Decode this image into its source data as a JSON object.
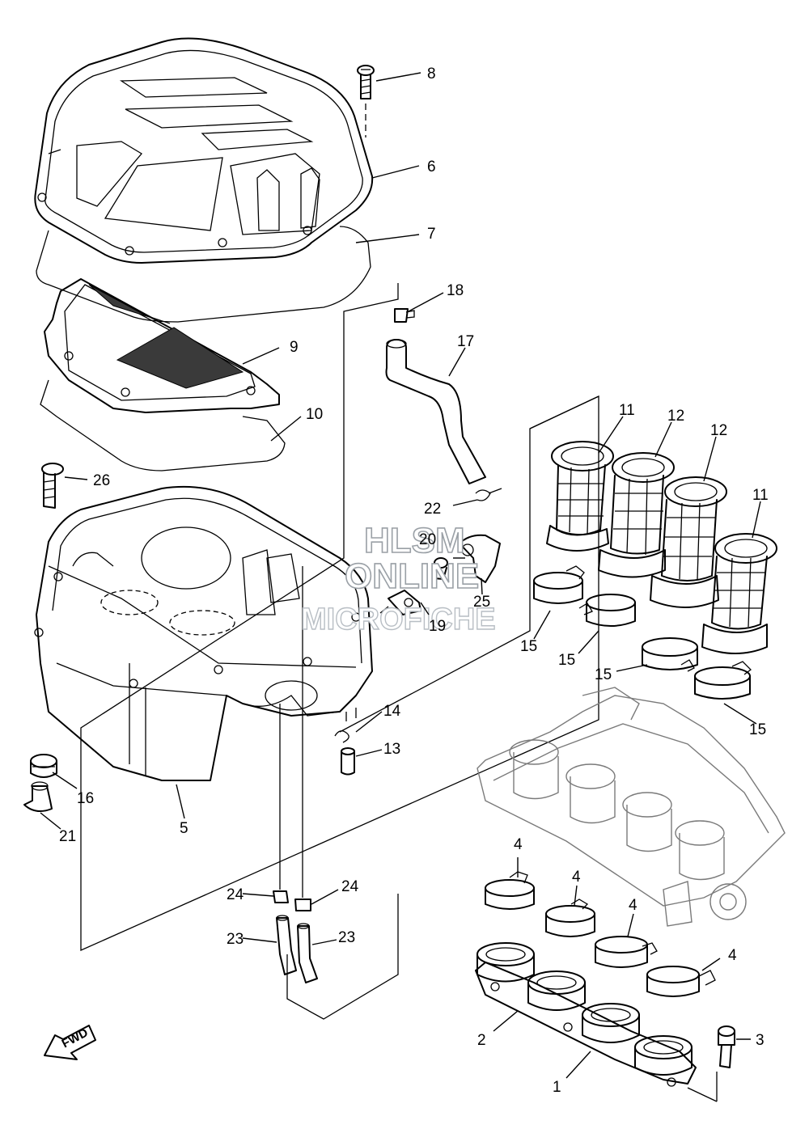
{
  "callouts": {
    "c1": "1",
    "c2": "2",
    "c3": "3",
    "c4a": "4",
    "c4b": "4",
    "c4c": "4",
    "c4d": "4",
    "c5": "5",
    "c6": "6",
    "c7": "7",
    "c8": "8",
    "c9": "9",
    "c10": "10",
    "c11a": "11",
    "c11b": "11",
    "c12a": "12",
    "c12b": "12",
    "c13": "13",
    "c14": "14",
    "c15a": "15",
    "c15b": "15",
    "c15c": "15",
    "c15d": "15",
    "c16": "16",
    "c17": "17",
    "c18": "18",
    "c19": "19",
    "c20": "20",
    "c21": "21",
    "c22": "22",
    "c23a": "23",
    "c23b": "23",
    "c24a": "24",
    "c24b": "24",
    "c25": "25",
    "c26": "26"
  },
  "watermark": {
    "line1": "HLSM",
    "line2": "ONLINE",
    "line3": "MICROFICHE"
  },
  "fwd_label": "FWD"
}
